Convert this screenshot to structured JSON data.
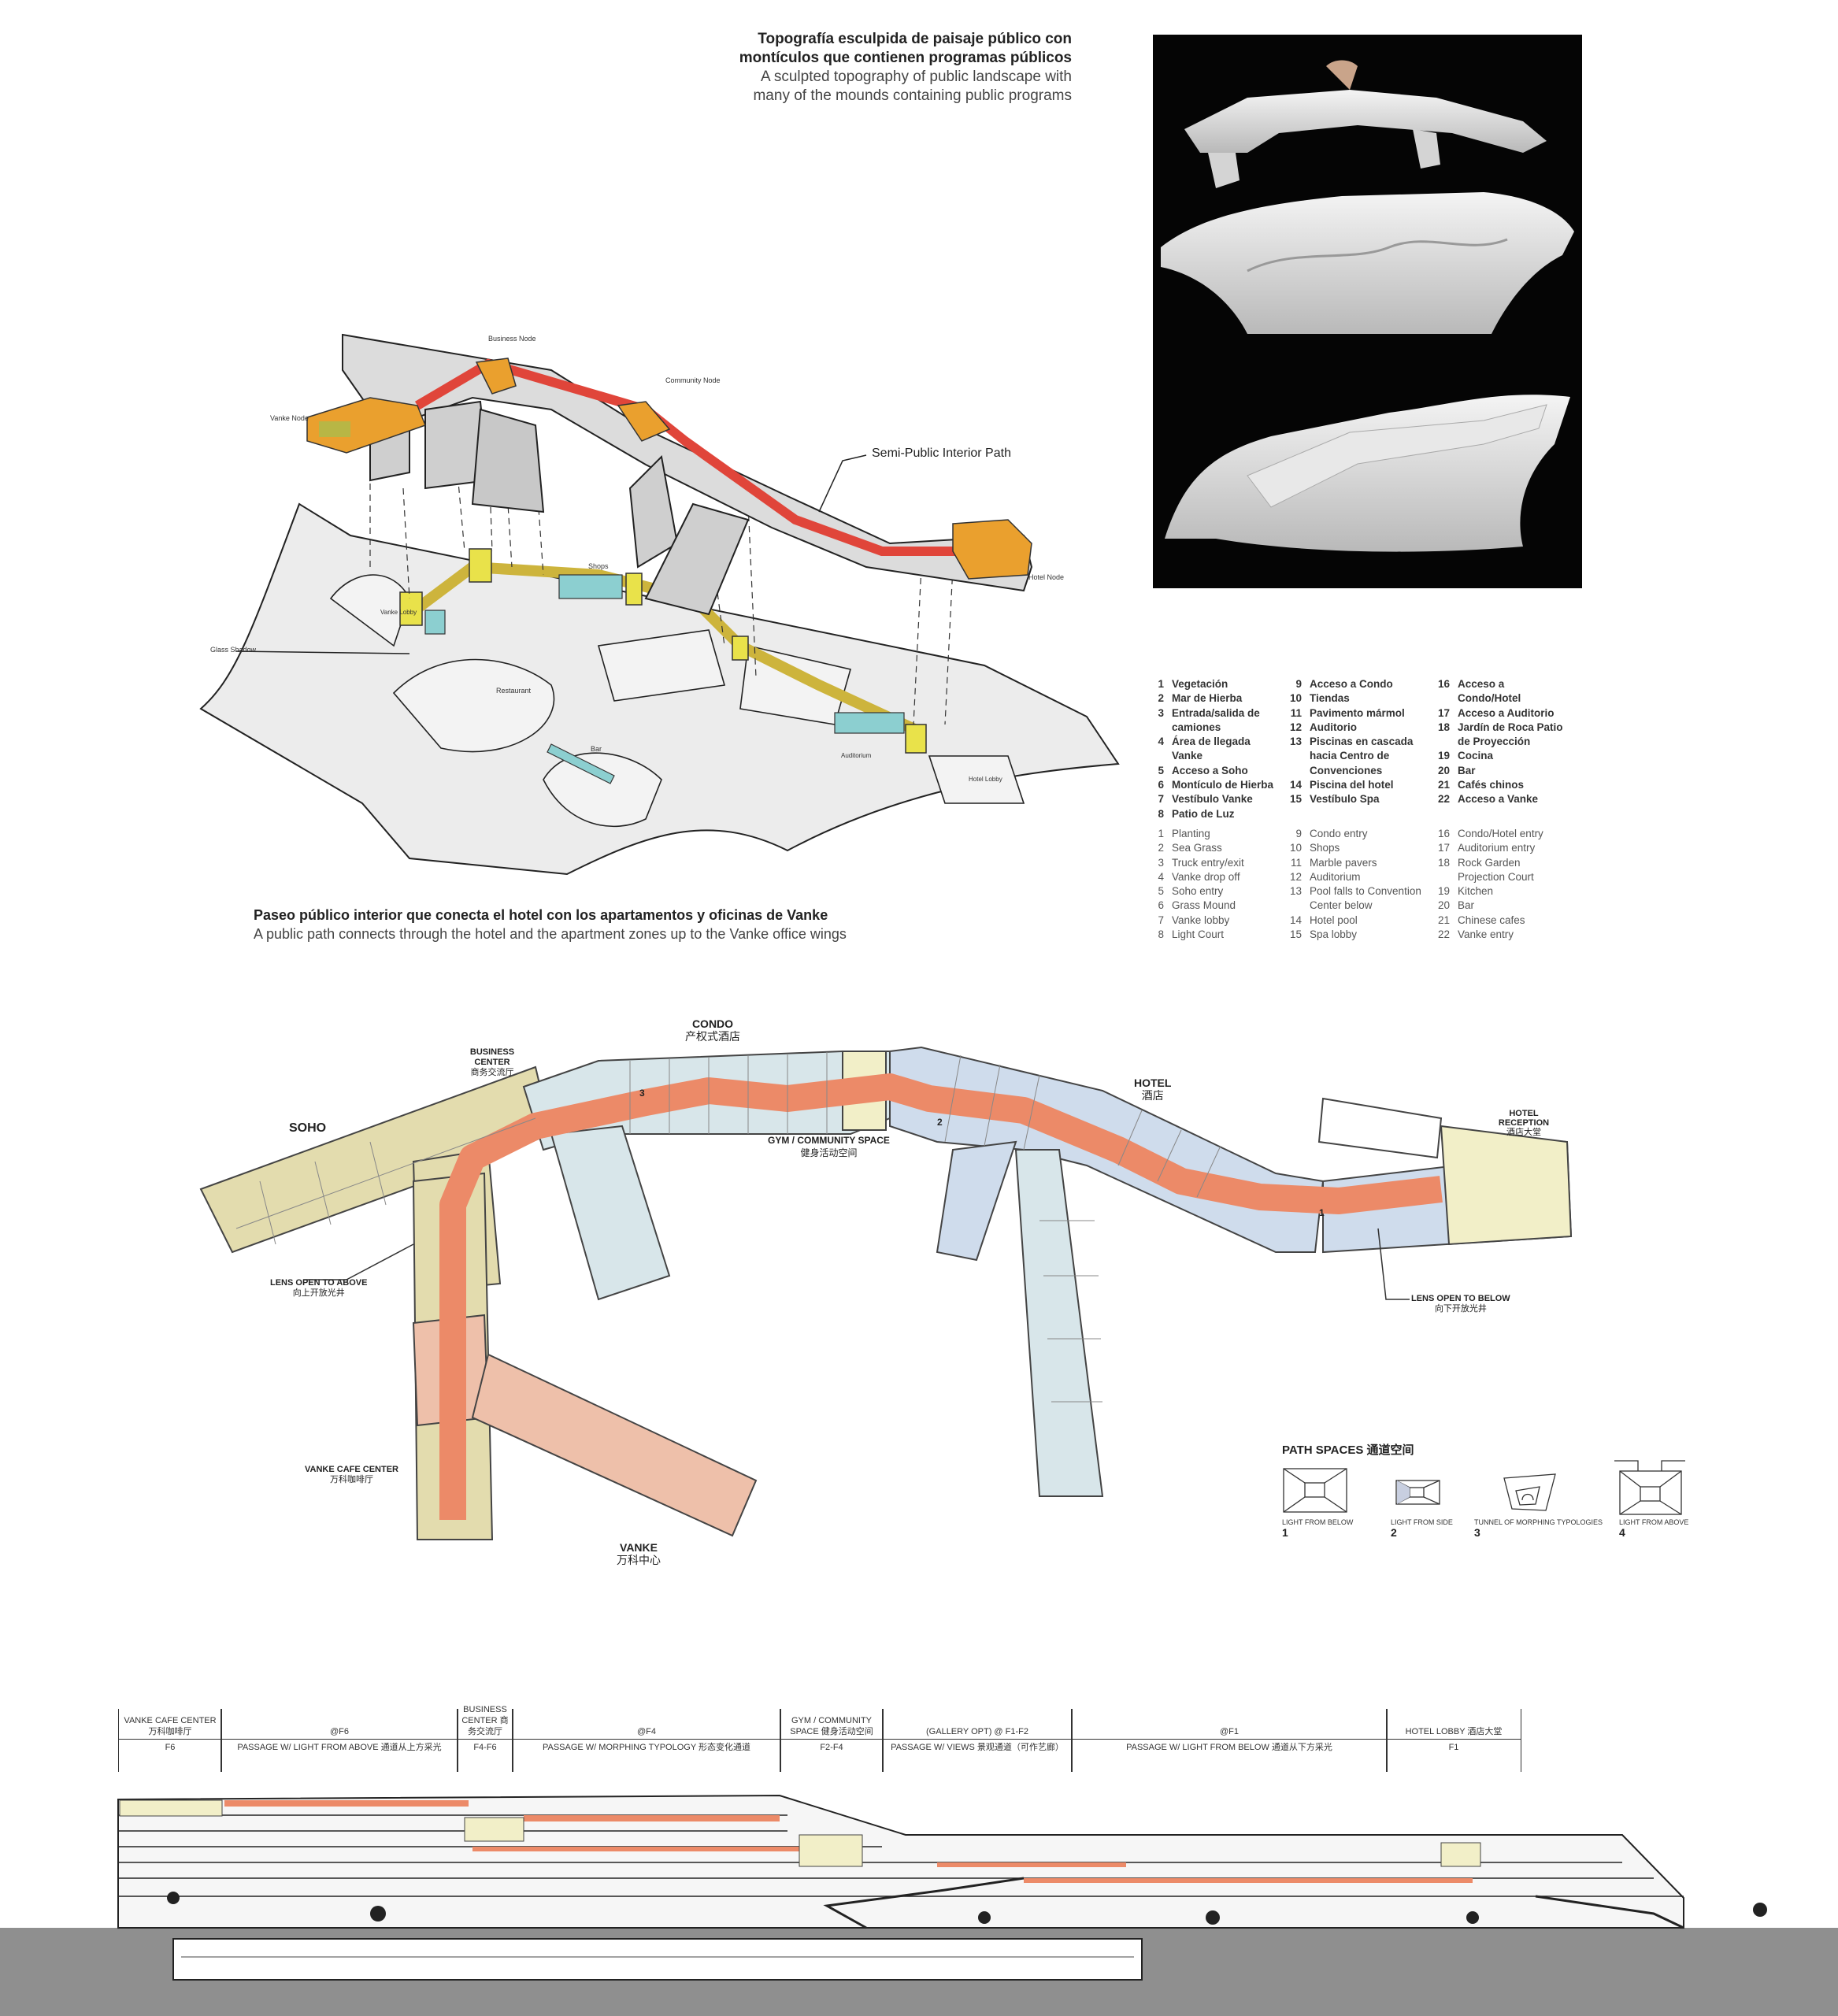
{
  "top_caption": {
    "es": [
      "Topografía esculpida de paisaje público con",
      "montículos que contienen programas públicos"
    ],
    "en": [
      "A sculpted topography of public landscape with",
      "many of the mounds containing public programs"
    ]
  },
  "axon": {
    "labels": {
      "business_node": "Business Node",
      "community_node": "Community Node",
      "vanke_node": "Vanke Node",
      "hotel_node": "Hotel Node",
      "path": "Semi-Public Interior Path",
      "shops": "Shops",
      "vanke_lobby": "Vanke Lobby",
      "glass_shadow": "Glass Shadow",
      "restaurant": "Restaurant",
      "bar": "Bar",
      "auditorium": "Auditorium",
      "hotel_lobby": "Hotel Lobby"
    },
    "colors": {
      "path": "#e0453a",
      "node": "#eaa02e",
      "ground_node": "#e9e24a",
      "shop": "#8ccfd0"
    }
  },
  "axon_caption": {
    "es": "Paseo público interior que conecta el hotel con los apartamentos y oficinas de Vanke",
    "en": "A public path connects through the hotel and the apartment zones up to the Vanke office wings"
  },
  "legend_es": [
    [
      {
        "n": "1",
        "t": "Vegetación"
      },
      {
        "n": "2",
        "t": "Mar de Hierba"
      },
      {
        "n": "3",
        "t": "Entrada/salida de camiones"
      },
      {
        "n": "4",
        "t": "Área de llegada Vanke"
      },
      {
        "n": "5",
        "t": "Acceso a Soho"
      },
      {
        "n": "6",
        "t": "Montículo de Hierba"
      },
      {
        "n": "7",
        "t": "Vestíbulo Vanke"
      },
      {
        "n": "8",
        "t": "Patio de Luz"
      }
    ],
    [
      {
        "n": "9",
        "t": "Acceso a Condo"
      },
      {
        "n": "10",
        "t": "Tiendas"
      },
      {
        "n": "11",
        "t": "Pavimento mármol"
      },
      {
        "n": "12",
        "t": "Auditorio"
      },
      {
        "n": "13",
        "t": "Piscinas en cascada hacia Centro de Convenciones"
      },
      {
        "n": "14",
        "t": "Piscina del hotel"
      },
      {
        "n": "15",
        "t": "Vestíbulo Spa"
      }
    ],
    [
      {
        "n": "16",
        "t": "Acceso a Condo/Hotel"
      },
      {
        "n": "17",
        "t": "Acceso a Auditorio"
      },
      {
        "n": "18",
        "t": "Jardín de Roca Patio de Proyección"
      },
      {
        "n": "19",
        "t": "Cocina"
      },
      {
        "n": "20",
        "t": "Bar"
      },
      {
        "n": "21",
        "t": "Cafés chinos"
      },
      {
        "n": "22",
        "t": "Acceso a Vanke"
      }
    ]
  ],
  "legend_en": [
    [
      {
        "n": "1",
        "t": "Planting"
      },
      {
        "n": "2",
        "t": "Sea Grass"
      },
      {
        "n": "3",
        "t": "Truck entry/exit"
      },
      {
        "n": "4",
        "t": "Vanke drop off"
      },
      {
        "n": "5",
        "t": "Soho entry"
      },
      {
        "n": "6",
        "t": "Grass Mound"
      },
      {
        "n": "7",
        "t": "Vanke lobby"
      },
      {
        "n": "8",
        "t": "Light Court"
      }
    ],
    [
      {
        "n": "9",
        "t": "Condo entry"
      },
      {
        "n": "10",
        "t": "Shops"
      },
      {
        "n": "11",
        "t": "Marble pavers"
      },
      {
        "n": "12",
        "t": "Auditorium"
      },
      {
        "n": "13",
        "t": "Pool falls to Convention Center below"
      },
      {
        "n": "14",
        "t": "Hotel pool"
      },
      {
        "n": "15",
        "t": "Spa lobby"
      }
    ],
    [
      {
        "n": "16",
        "t": "Condo/Hotel entry"
      },
      {
        "n": "17",
        "t": "Auditorium entry"
      },
      {
        "n": "18",
        "t": "Rock Garden Projection Court"
      },
      {
        "n": "19",
        "t": "Kitchen"
      },
      {
        "n": "20",
        "t": "Bar"
      },
      {
        "n": "21",
        "t": "Chinese cafes"
      },
      {
        "n": "22",
        "t": "Vanke entry"
      }
    ]
  ],
  "plan": {
    "soho": "SOHO",
    "business_center": {
      "en": "BUSINESS CENTER",
      "cn": "商务交流厅"
    },
    "condo": {
      "en": "CONDO",
      "cn": "产权式酒店"
    },
    "gym": {
      "en": "GYM / COMMUNITY SPACE",
      "cn": "健身活动空间"
    },
    "hotel": {
      "en": "HOTEL",
      "cn": "酒店"
    },
    "hotel_reception": {
      "en": "HOTEL RECEPTION",
      "cn": "酒店大堂"
    },
    "lens_above": {
      "en": "LENS OPEN TO ABOVE",
      "cn": "向上开放光井"
    },
    "lens_below": {
      "en": "LENS OPEN TO BELOW",
      "cn": "向下开放光井"
    },
    "vanke_cafe": {
      "en": "VANKE CAFE CENTER",
      "cn": "万科咖啡厅"
    },
    "vanke": {
      "en": "VANKE",
      "cn": "万科中心"
    },
    "path_markers": [
      "1",
      "2",
      "3"
    ],
    "colors": {
      "soho": "#e3dcae",
      "condo": "#d8e6ea",
      "hotel": "#cfdcec",
      "vanke": "#eec0aa",
      "path": "#ec8a68",
      "cream": "#f2efc8"
    }
  },
  "path_spaces": {
    "title": "PATH SPACES 通道空间",
    "items": [
      {
        "num": "1",
        "caption": "LIGHT FROM BELOW"
      },
      {
        "num": "2",
        "caption": "LIGHT FROM SIDE"
      },
      {
        "num": "3",
        "caption": "TUNNEL OF MORPHING TYPOLOGIES"
      },
      {
        "num": "4",
        "caption": "LIGHT FROM ABOVE"
      }
    ]
  },
  "section": {
    "zones": [
      {
        "top": "VANKE CAFE CENTER 万科咖啡厅",
        "bottom": "F6"
      },
      {
        "top": "@F6",
        "bottom": "PASSAGE W/ LIGHT FROM ABOVE 通道从上方采光"
      },
      {
        "top": "BUSINESS CENTER 商务交流厅",
        "bottom": "F4-F6"
      },
      {
        "top": "@F4",
        "bottom": "PASSAGE W/ MORPHING TYPOLOGY 形态变化通道"
      },
      {
        "top": "GYM / COMMUNITY SPACE 健身活动空间",
        "bottom": "F2-F4"
      },
      {
        "top": "(GALLERY OPT) @ F1-F2",
        "bottom": "PASSAGE W/ VIEWS 景观通道（可作艺廊）"
      },
      {
        "top": "@F1",
        "bottom": "PASSAGE W/ LIGHT FROM BELOW 通道从下方采光"
      },
      {
        "top": "HOTEL LOBBY 酒店大堂",
        "bottom": "F1"
      }
    ]
  }
}
